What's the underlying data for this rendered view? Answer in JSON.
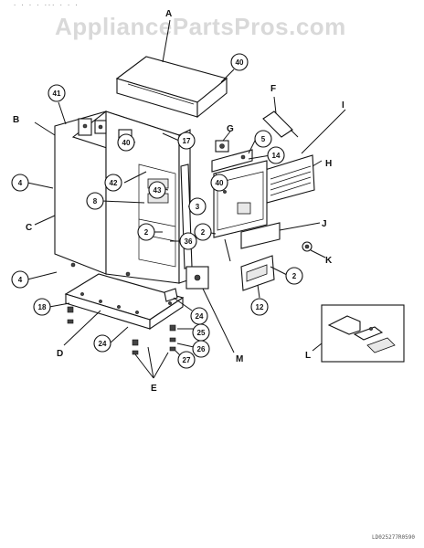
{
  "watermark": "AppliancePartsPros.com",
  "footer_code": "LD025277R0590",
  "letter_labels": {
    "A": "A",
    "B": "B",
    "C": "C",
    "D": "D",
    "E": "E",
    "F": "F",
    "G": "G",
    "H": "H",
    "I": "I",
    "J": "J",
    "K": "K",
    "L": "L",
    "M": "M"
  },
  "callouts": {
    "c41": "41",
    "c40a": "40",
    "c40b": "40",
    "c40c": "40",
    "c17": "17",
    "c42": "42",
    "c43": "43",
    "c4a": "4",
    "c4b": "4",
    "c8": "8",
    "c3": "3",
    "c2a": "2",
    "c2b": "2",
    "c2c": "2",
    "c36": "36",
    "c5": "5",
    "c14": "14",
    "c18": "18",
    "c24a": "24",
    "c24b": "24",
    "c25": "25",
    "c26": "26",
    "c27": "27",
    "c12": "12"
  }
}
